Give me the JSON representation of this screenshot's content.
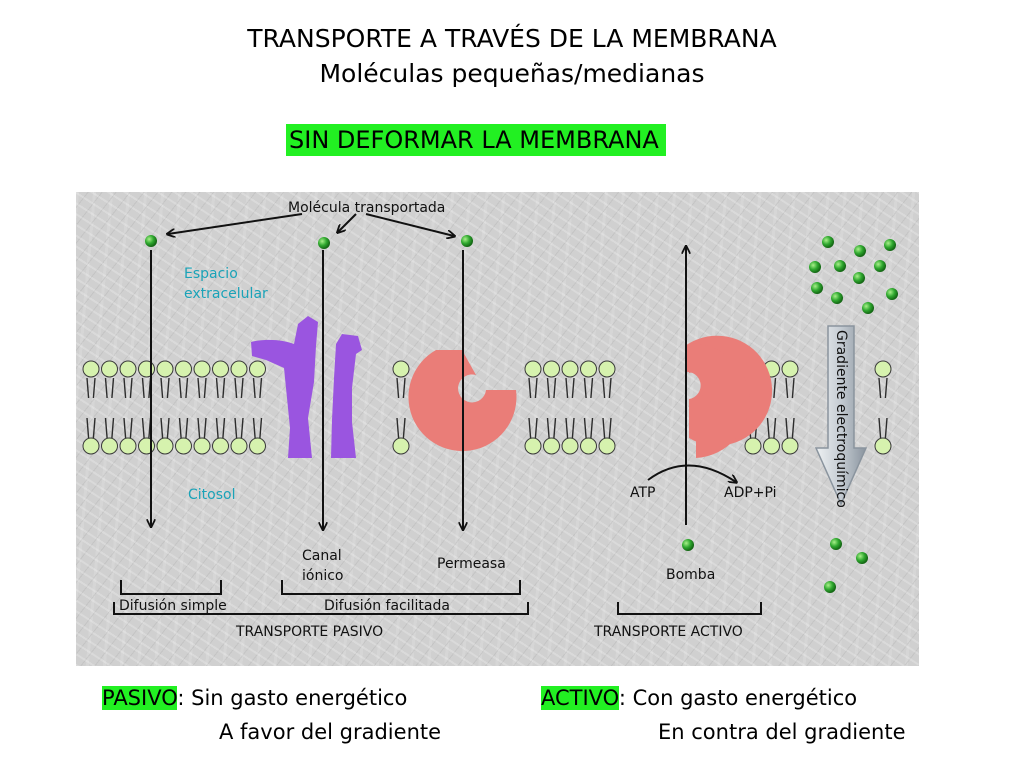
{
  "title": "TRANSPORTE A TRAVÉS DE LA MEMBRANA",
  "subtitle": "Moléculas pequeñas/medianas",
  "banner": "SIN DEFORMAR LA MEMBRANA",
  "diagram": {
    "molecule_label": "Molécula transportada",
    "extracellular_line1": "Espacio",
    "extracellular_line2": "extracelular",
    "cytosol": "Citosol",
    "gradient": "Gradiente electroquímico",
    "atp": "ATP",
    "adp": "ADP+Pi",
    "channel_line1": "Canal",
    "channel_line2": "iónico",
    "permease": "Permeasa",
    "pump": "Bomba",
    "simple_diffusion": "Difusión simple",
    "facilitated_diffusion": "Difusión facilitada",
    "passive_transport": "TRANSPORTE PASIVO",
    "active_transport": "TRANSPORTE ACTIVO"
  },
  "passive": {
    "keyword": "PASIVO",
    "line1": ": Sin gasto energético",
    "line2": "A favor del gradiente"
  },
  "active": {
    "keyword": "ACTIVO",
    "line1": ": Con gasto energético",
    "line2": "En contra del gradiente"
  },
  "colors": {
    "highlight": "#22f022",
    "lipid_head": "#d6f2ae",
    "channel_protein": "#9a55e0",
    "carrier_protein": "#ea7d78",
    "molecule": "#2fa82f",
    "label_cyan": "#1aa3b8"
  }
}
